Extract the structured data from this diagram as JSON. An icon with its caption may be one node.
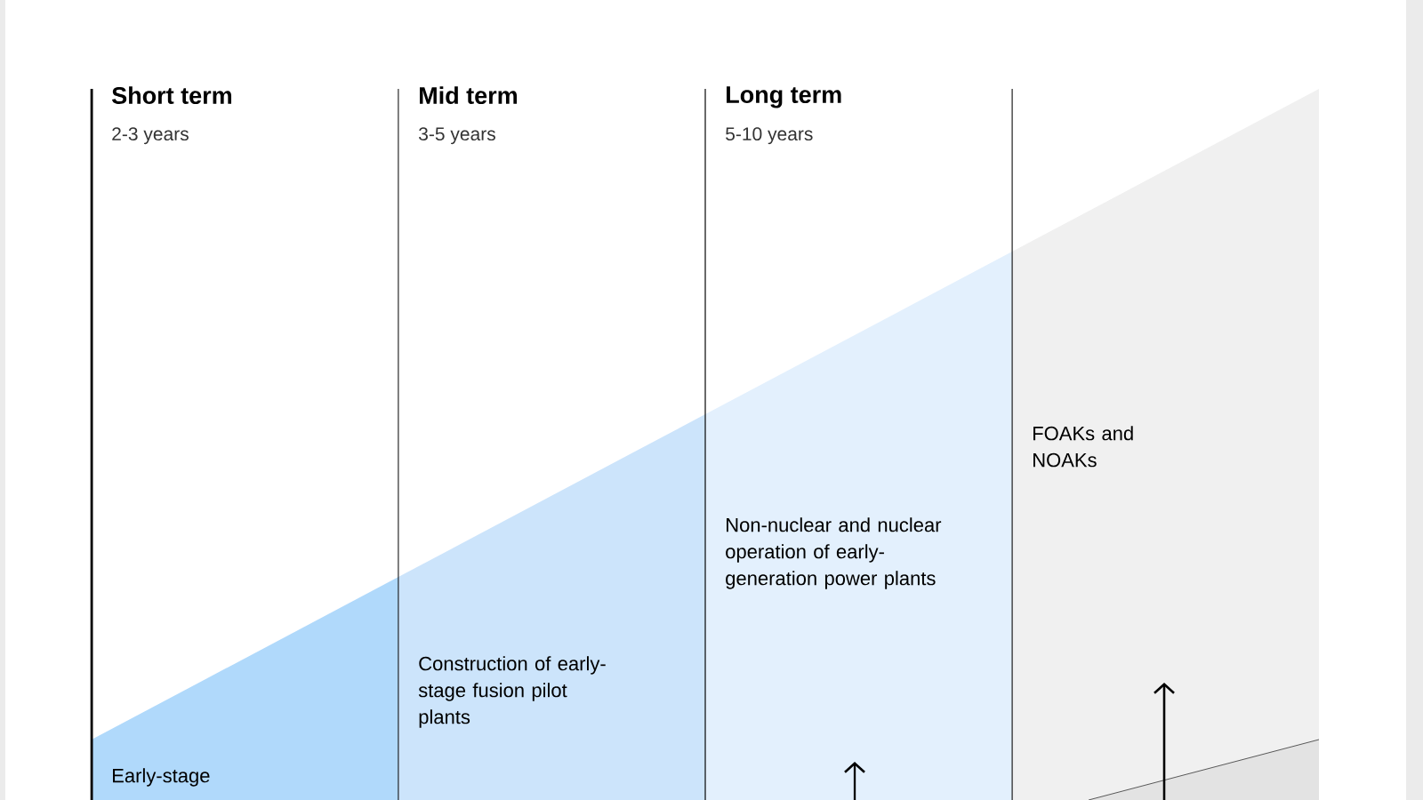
{
  "diagram": {
    "nodes": [
      {
        "text": [
          "Short term",
          "2-3 years"
        ]
      },
      {
        "text": [
          "Mid term",
          "3-5 years"
        ]
      },
      {
        "text": [
          "Long term",
          "5-10 years"
        ]
      },
      {
        "text": [
          "Early-stage"
        ]
      },
      {
        "text": [
          "Construction of early-stage fusion pilot plants"
        ]
      },
      {
        "text": [
          "Non-nuclear and nuclear operation of early-generation power plants"
        ]
      },
      {
        "text": [
          "FOAKs and NOAKs"
        ]
      }
    ]
  }
}
